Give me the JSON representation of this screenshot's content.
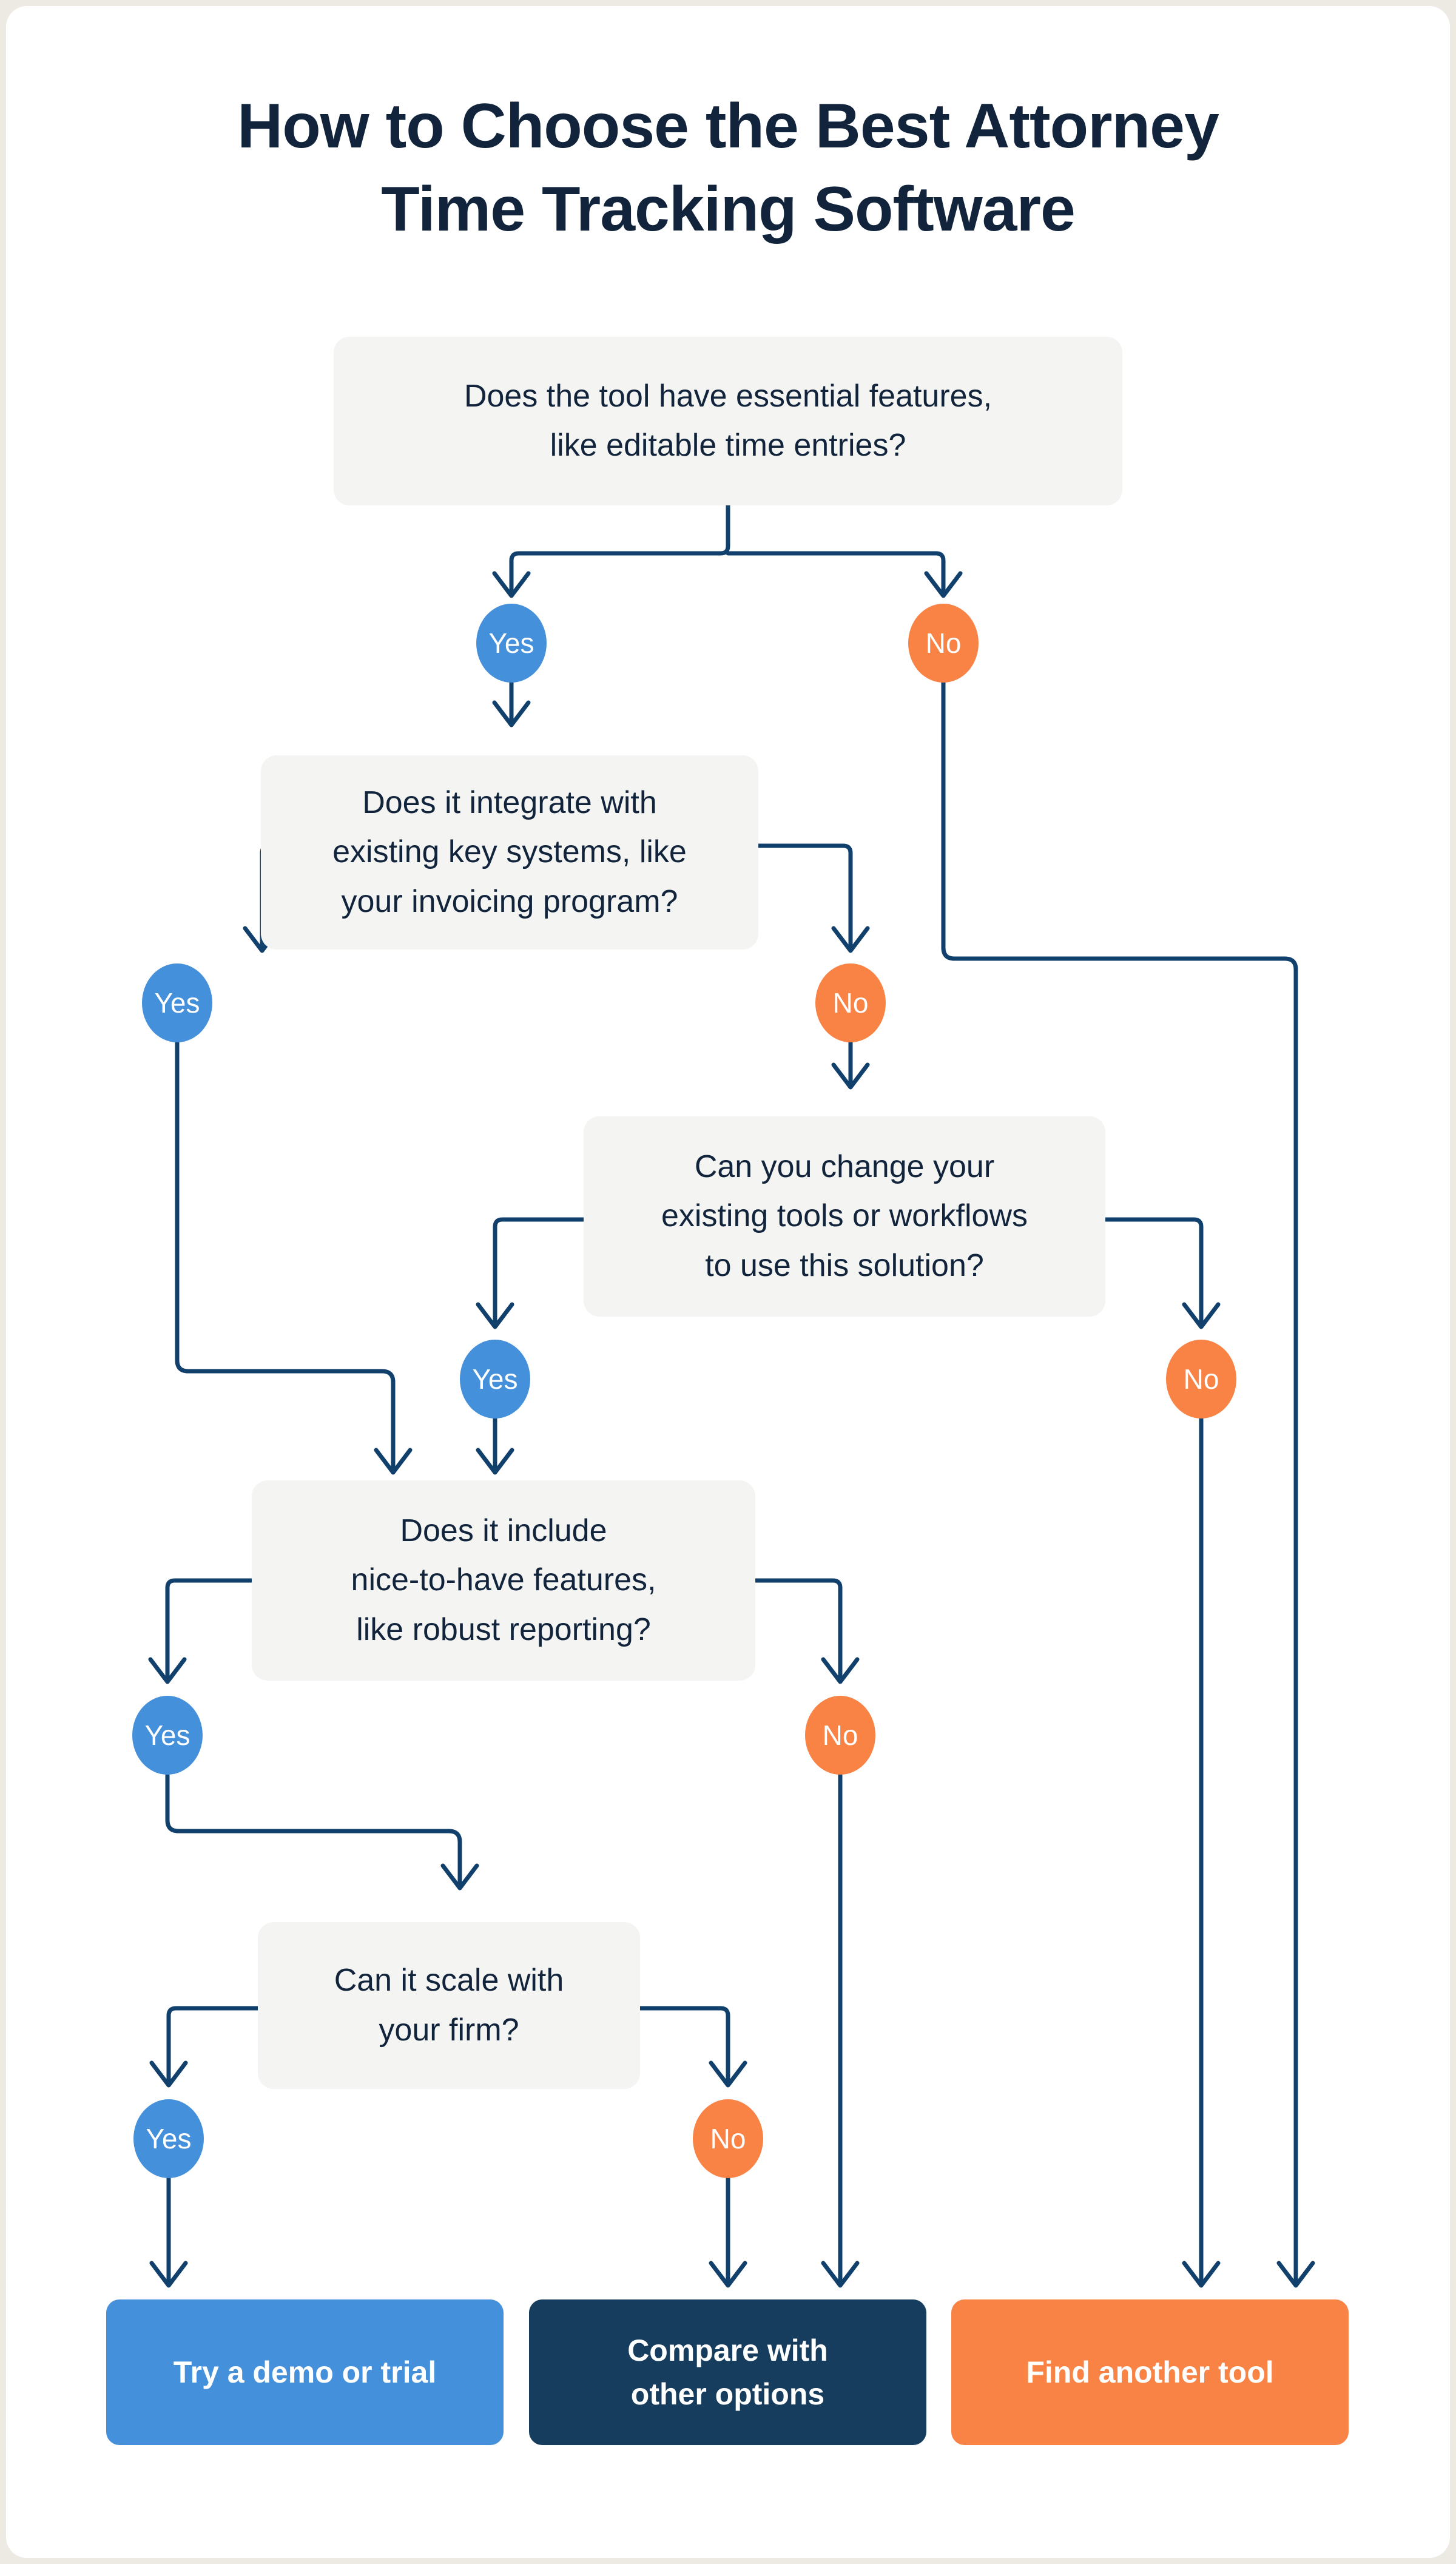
{
  "title": {
    "line1": "How to Choose the Best Attorney",
    "line2": "Time Tracking Software"
  },
  "colors": {
    "yes": "#4590db",
    "no": "#f98245",
    "navy": "#163c5e",
    "line": "#10406b",
    "box_bg": "#f4f4f2",
    "text": "#11243c",
    "page_border": "#edeae3"
  },
  "labels": {
    "yes": "Yes",
    "no": "No"
  },
  "questions": [
    {
      "id": "q1",
      "line1": "Does the tool have essential features,",
      "line2": "like editable time entries?"
    },
    {
      "id": "q2",
      "line1": "Does it integrate with",
      "line2": "existing key systems, like",
      "line3": "your invoicing program?"
    },
    {
      "id": "q3",
      "line1": "Can you change your",
      "line2": "existing tools or workflows",
      "line3": "to use this solution?"
    },
    {
      "id": "q4",
      "line1": "Does it include",
      "line2": "nice-to-have features,",
      "line3": "like robust reporting?"
    },
    {
      "id": "q5",
      "line1": "Can it scale with",
      "line2": "your firm?"
    }
  ],
  "results": [
    {
      "id": "r1",
      "line1": "Try a demo or trial",
      "line2": ""
    },
    {
      "id": "r2",
      "line1": "Compare with",
      "line2": "other options"
    },
    {
      "id": "r3",
      "line1": "Find another tool",
      "line2": ""
    }
  ],
  "chart_data": {
    "type": "flowchart",
    "title": "How to Choose the Best Attorney Time Tracking Software",
    "nodes": [
      {
        "id": "q1",
        "kind": "decision",
        "text": "Does the tool have essential features, like editable time entries?"
      },
      {
        "id": "q2",
        "kind": "decision",
        "text": "Does it integrate with existing key systems, like your invoicing program?"
      },
      {
        "id": "q3",
        "kind": "decision",
        "text": "Can you change your existing tools or workflows to use this solution?"
      },
      {
        "id": "q4",
        "kind": "decision",
        "text": "Does it include nice-to-have features, like robust reporting?"
      },
      {
        "id": "q5",
        "kind": "decision",
        "text": "Can it scale with your firm?"
      },
      {
        "id": "r1",
        "kind": "outcome",
        "text": "Try a demo or trial",
        "color": "#4590db"
      },
      {
        "id": "r2",
        "kind": "outcome",
        "text": "Compare with other options",
        "color": "#163c5e"
      },
      {
        "id": "r3",
        "kind": "outcome",
        "text": "Find another tool",
        "color": "#f98245"
      }
    ],
    "edges": [
      {
        "from": "q1",
        "label": "Yes",
        "to": "q2"
      },
      {
        "from": "q1",
        "label": "No",
        "to": "r3"
      },
      {
        "from": "q2",
        "label": "Yes",
        "to": "q4"
      },
      {
        "from": "q2",
        "label": "No",
        "to": "q3"
      },
      {
        "from": "q3",
        "label": "Yes",
        "to": "q4"
      },
      {
        "from": "q3",
        "label": "No",
        "to": "r3"
      },
      {
        "from": "q4",
        "label": "Yes",
        "to": "q5"
      },
      {
        "from": "q4",
        "label": "No",
        "to": "r2"
      },
      {
        "from": "q5",
        "label": "Yes",
        "to": "r1"
      },
      {
        "from": "q5",
        "label": "No",
        "to": "r2"
      }
    ]
  }
}
